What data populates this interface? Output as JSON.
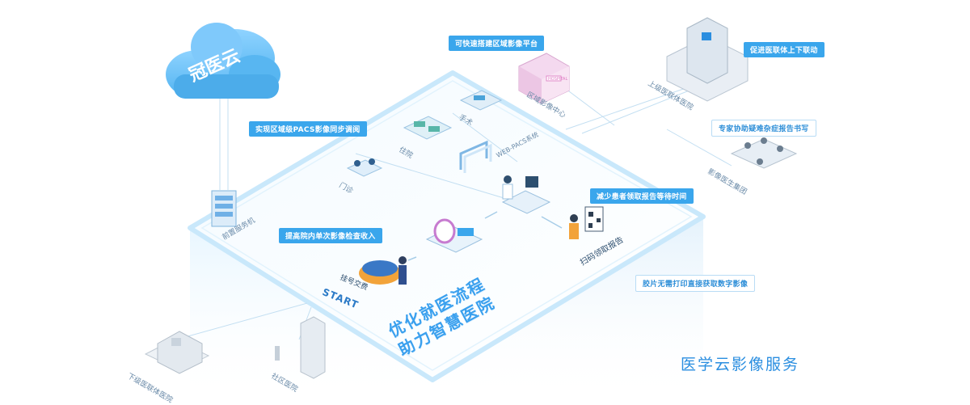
{
  "cloud": {
    "label": "冠医云"
  },
  "callouts": {
    "regional_platform": "可快速搭建区域影像平台",
    "pacs_sync": "实现区域级PACS影像同步调阅",
    "raise_income": "提高院内单次影像检查收入",
    "reduce_wait": "减少患者领取报告等待时间",
    "consortium": "促进医联体上下联动",
    "expert_assist": "专家协助疑难杂症报告书写",
    "film_free": "胶片无需打印直接获取数字影像"
  },
  "tags": {
    "regional_center": "区域影像中心",
    "upper_hospital": "上级医联体医院",
    "doctor_group": "影像医生集团",
    "front_server": "前置服务机",
    "outpatient": "门诊",
    "inpatient": "住院",
    "surgery": "手术",
    "web_pacs": "WEB-PACS系统",
    "scan_report": "扫码领取报告",
    "registration": "挂号交费",
    "start": "START",
    "lower_hospital": "下级医联体医院",
    "community": "社区医院",
    "sign": "HOSPITAL"
  },
  "slogan": {
    "line1": "优化就医流程",
    "line2": "助力智慧医院"
  },
  "service_title": "医学云影像服务"
}
